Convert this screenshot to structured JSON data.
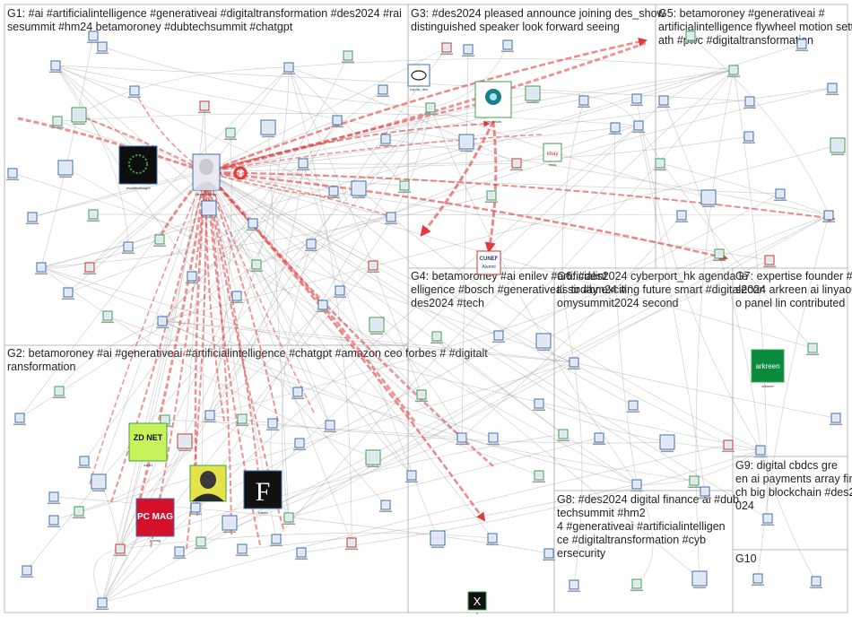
{
  "groups": [
    {
      "id": "G1",
      "title": "G1: #ai #artificialintelligence #generativeai #digitaltransformation #des2024 #raisesummit #hm24 betamoroney #dubtechsummit #chatgpt"
    },
    {
      "id": "G2",
      "title": "G2: betamoroney #ai #generativeai #artificialintelligence #chatgpt #amazon ceo forbes # #digitaltransformation"
    },
    {
      "id": "G3",
      "title": "G3: #des2024 pleased announce joining des_show distinguished speaker look forward seeing"
    },
    {
      "id": "G4",
      "title": "G4: betamoroney #ai enilev #artificialintelligence #bosch #generativeai sir #hm24 #des2024 #tech"
    },
    {
      "id": "G5",
      "title": "G5: betamoroney #generativeai #artificialintelligence flywheel motion setting path #pwc #digitaltransformation value"
    },
    {
      "id": "G6",
      "title": "G6: #des2024 cyberport_hk agenda let's today exciting future smart #digitaleconomysummit2024 second"
    },
    {
      "id": "G7",
      "title": "G7: expertise founder #des2024 arkreen ai linyao01 leo panel lin contributed"
    },
    {
      "id": "G8",
      "title": "G8: #des2024 digital finance ai #dubtechsummit #hm24 #generativeai #artificialintelligence #digitaltransformation #cybersecurity"
    },
    {
      "id": "G9",
      "title": "G9: digital cbdcs green ai payments array fintech big blockchain #des2024"
    },
    {
      "id": "G10",
      "title": "G10"
    }
  ],
  "logos": {
    "zdnet": "ZD NET",
    "pcmag": "PC MAG",
    "forbes": "F",
    "arkreen": "arkreen",
    "cunef": "CUNEF",
    "cunef_sub": "Alumni",
    "x": "X"
  },
  "nodes": [
    {
      "label": "betamoroney",
      "icon": "profile-photo"
    },
    {
      "label": "analyticsinsight",
      "icon": "analytics-logo"
    },
    {
      "label": "des_show",
      "icon": "des-logo"
    },
    {
      "label": "toyota_des",
      "icon": "toyota-logo"
    },
    {
      "label": "ebay",
      "icon": "ebay-logo"
    },
    {
      "label": "arkreen",
      "icon": "arkreen-logo"
    },
    {
      "label": "zdnet",
      "icon": "zdnet-logo"
    },
    {
      "label": "pcmag",
      "icon": "pcmag-logo"
    },
    {
      "label": "forbes",
      "icon": "forbes-logo"
    },
    {
      "label": "x",
      "icon": "x-logo"
    }
  ],
  "colors": {
    "edge_red": "#e03a3a",
    "edge_gray": "#9a9a9a",
    "group_border": "#b8b8b8",
    "node_blue": "#3a6fb5",
    "node_green": "#3aa34a",
    "zdnet_bg": "#c7f25a",
    "pcmag_bg": "#d4102b",
    "forbes_bg": "#111111",
    "arkreen_bg": "#0a8a3c"
  }
}
